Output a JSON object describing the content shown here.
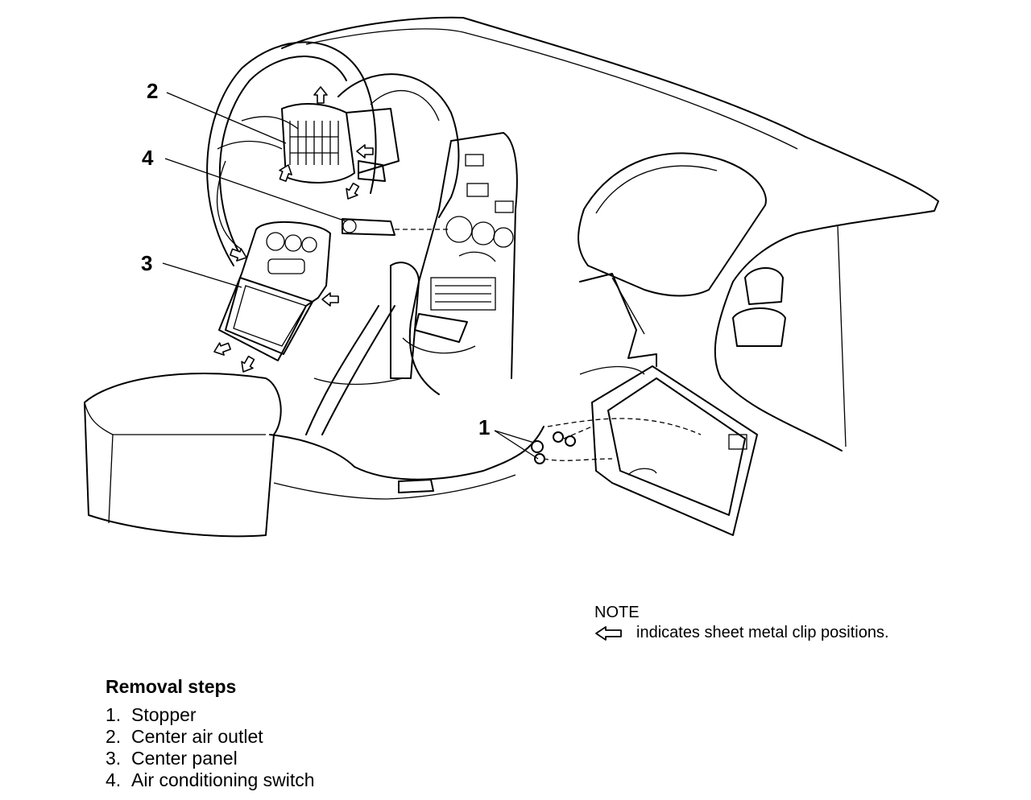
{
  "callouts": [
    "1",
    "2",
    "3",
    "4"
  ],
  "note": {
    "title": "NOTE",
    "text": "indicates sheet metal clip positions.",
    "icon": "hollow-left-arrow-icon"
  },
  "removal_steps": {
    "title": "Removal steps",
    "items": [
      {
        "num": "1.",
        "label": "Stopper"
      },
      {
        "num": "2.",
        "label": "Center air outlet"
      },
      {
        "num": "3.",
        "label": "Center panel"
      },
      {
        "num": "4.",
        "label": "Air conditioning switch"
      }
    ]
  }
}
